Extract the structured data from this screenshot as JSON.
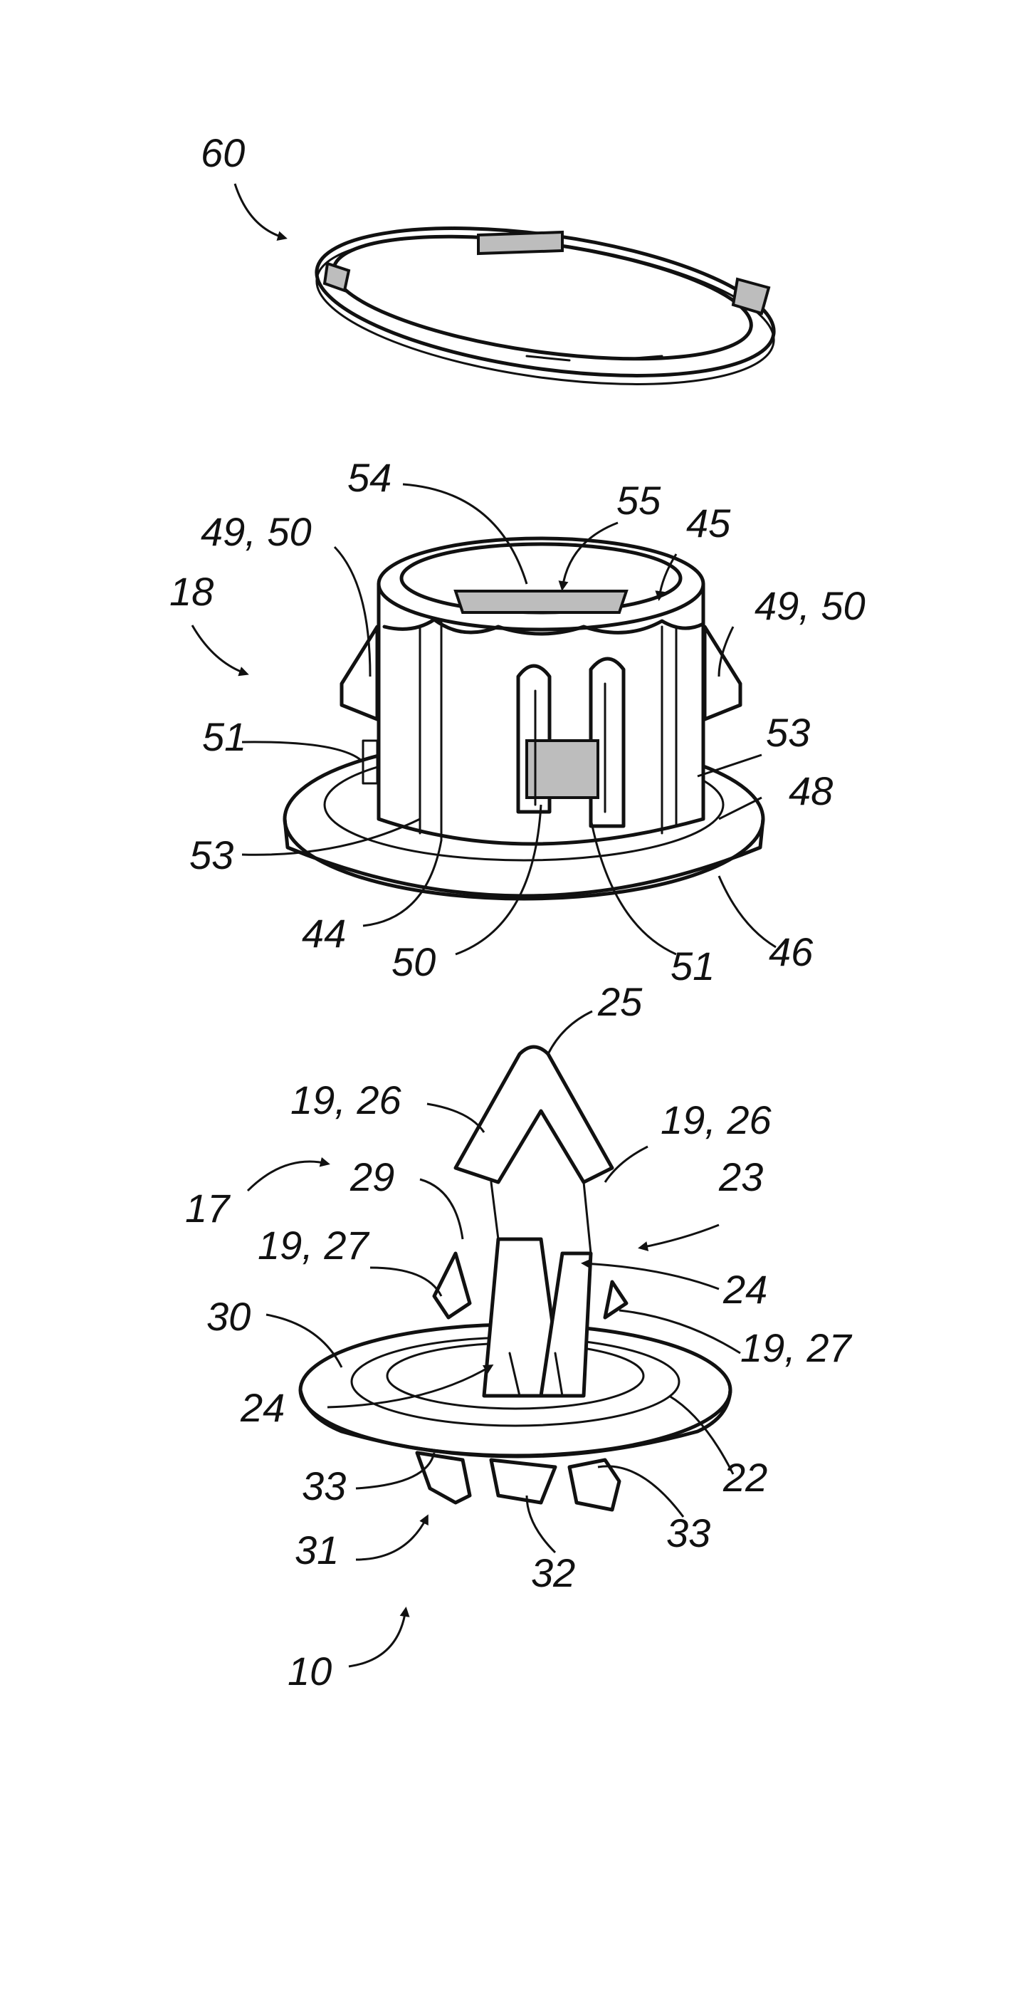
{
  "figure": {
    "labels": {
      "l60": "60",
      "l54": "54",
      "l55": "55",
      "l45": "45",
      "l49_50_left": "49, 50",
      "l49_50_right": "49, 50",
      "l18": "18",
      "l51_left": "51",
      "l53_right": "53",
      "l48": "48",
      "l53_left": "53",
      "l44": "44",
      "l50_bottom": "50",
      "l51_bottom": "51",
      "l46": "46",
      "l25": "25",
      "l19_26_left": "19, 26",
      "l19_26_right": "19, 26",
      "l17": "17",
      "l29": "29",
      "l23": "23",
      "l19_27_left": "19, 27",
      "l24_right": "24",
      "l30": "30",
      "l19_27_right": "19, 27",
      "l24_left": "24",
      "l22": "22",
      "l33_left": "33",
      "l33_right": "33",
      "l31": "31",
      "l32": "32",
      "l10": "10"
    }
  }
}
